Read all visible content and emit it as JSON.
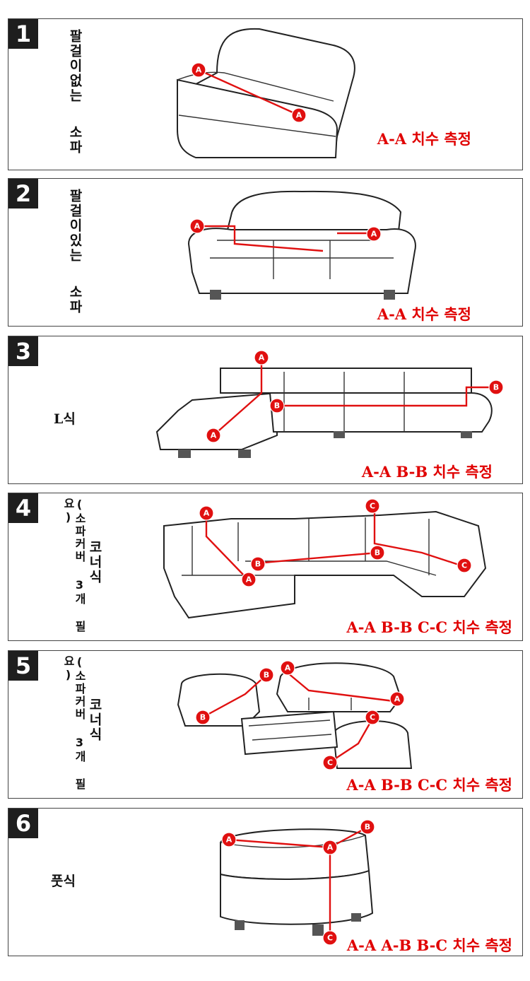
{
  "panels": [
    {
      "number": "1",
      "label": "팔걸이없는 소파",
      "label_lines": [
        "팔걸이없는",
        "소파"
      ],
      "note": "A-A 치수 측정",
      "markers": [
        "A",
        "A"
      ]
    },
    {
      "number": "2",
      "label": "팔걸이있는 소파",
      "label_lines": [
        "팔걸이있는",
        "소파"
      ],
      "note": "A-A 치수 측정",
      "markers": [
        "A",
        "A"
      ]
    },
    {
      "number": "3",
      "label": "L식",
      "note": "A-A B-B 치수 측정",
      "markers": [
        "A",
        "A",
        "B",
        "B"
      ]
    },
    {
      "number": "4",
      "label": "코너식",
      "sub_label": "(소파커버 3개 필요)",
      "note": "A-A B-B C-C 치수 측정",
      "markers": [
        "A",
        "A",
        "B",
        "B",
        "C",
        "C"
      ]
    },
    {
      "number": "5",
      "label": "코너식",
      "sub_label": "(소파커버 3개 필요)",
      "note": "A-A B-B C-C 치수 측정",
      "markers": [
        "A",
        "A",
        "B",
        "B",
        "C",
        "C"
      ]
    },
    {
      "number": "6",
      "label": "풋식",
      "note": "A-A A-B B-C 치수 측정",
      "markers": [
        "A",
        "A",
        "B",
        "C"
      ]
    }
  ],
  "colors": {
    "accent": "#e00000",
    "badge": "#1e1e1e"
  }
}
